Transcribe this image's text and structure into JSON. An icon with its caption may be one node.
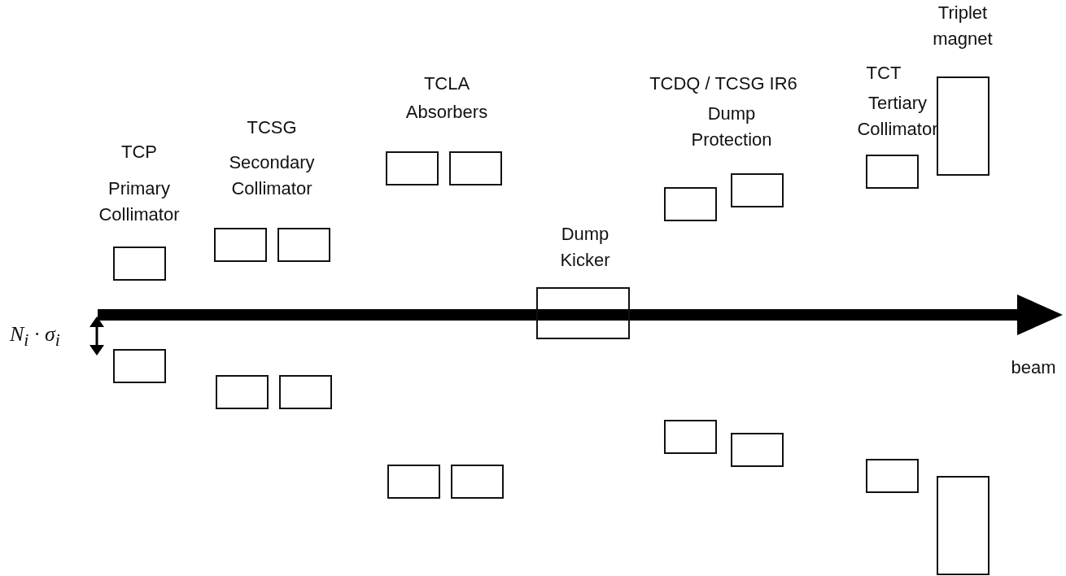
{
  "diagram": {
    "nodes": [
      {
        "text": [],
        "shape": "box"
      },
      {
        "text": [],
        "shape": "box"
      },
      {
        "text": [],
        "shape": "box"
      },
      {
        "text": [],
        "shape": "box"
      },
      {
        "text": [],
        "shape": "box"
      },
      {
        "text": [],
        "shape": "box"
      },
      {
        "text": [],
        "shape": "box"
      },
      {
        "text": [],
        "shape": "box"
      },
      {
        "text": [],
        "shape": "box"
      },
      {
        "text": [],
        "shape": "box"
      },
      {
        "text": [],
        "shape": "box"
      },
      {
        "text": [],
        "shape": "box"
      },
      {
        "text": [],
        "shape": "box"
      },
      {
        "text": [],
        "shape": "box"
      },
      {
        "text": [],
        "shape": "box"
      },
      {
        "text": [],
        "shape": "box"
      },
      {
        "text": [],
        "shape": "box"
      },
      {
        "text": [],
        "shape": "box"
      },
      {
        "text": [],
        "shape": "box"
      }
    ],
    "labels": [
      "TCP",
      "Primary Collimator",
      "TCSG",
      "Secondary Collimator",
      "TCLA",
      "Absorbers",
      "Dump Kicker",
      "TCDQ / TCSG IR6",
      "Dump Protection",
      "TCT",
      "Tertiary Collimator",
      "Triplet magnet",
      "N$_{i}$ · σ$_{i}$",
      "beam"
    ]
  }
}
